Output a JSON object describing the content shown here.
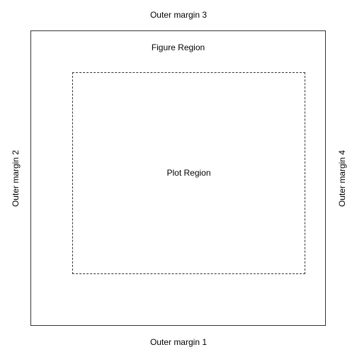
{
  "diagram": {
    "outer_margins": {
      "top": "Outer margin 3",
      "bottom": "Outer margin 1",
      "left": "Outer margin 2",
      "right": "Outer margin 4"
    },
    "figure_region_label": "Figure Region",
    "plot_region_label": "Plot Region"
  }
}
